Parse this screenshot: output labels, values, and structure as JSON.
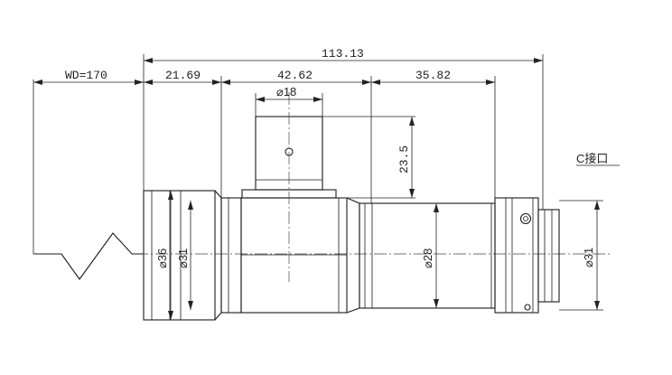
{
  "dimensions": {
    "overall_length": "113.13",
    "working_distance": "WD=170",
    "front_section": "21.69",
    "middle_section": "42.62",
    "rear_section": "35.82",
    "port_diameter": "⌀18",
    "port_height": "23.5",
    "front_outer_diameter": "⌀36",
    "front_inner_diameter": "⌀31",
    "barrel_diameter": "⌀28",
    "mount_diameter": "⌀31"
  },
  "labels": {
    "mount": "C接口"
  }
}
